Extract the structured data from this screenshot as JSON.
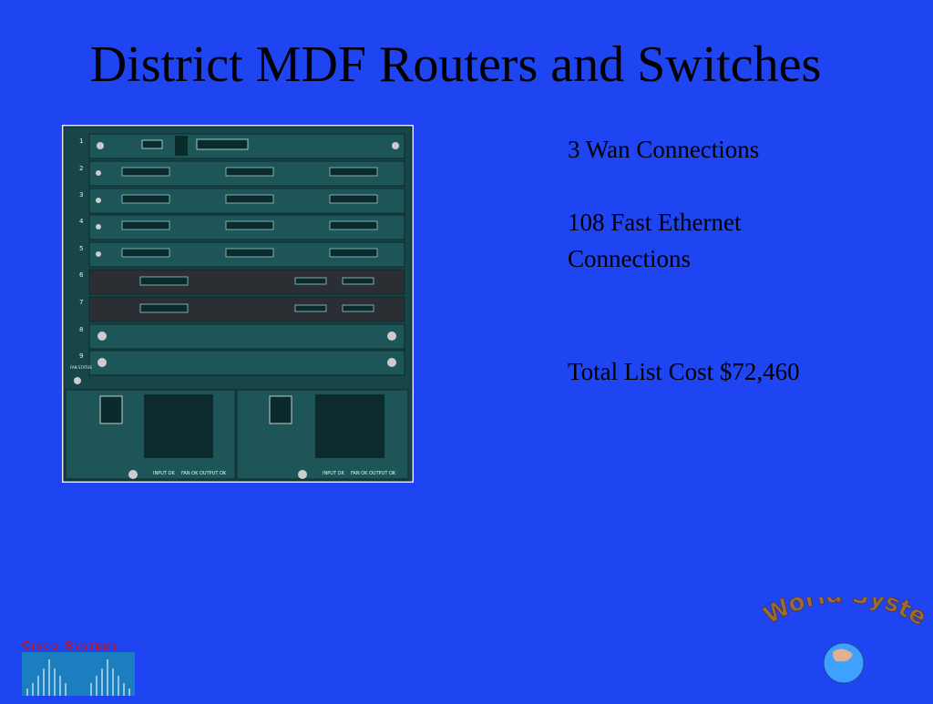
{
  "title": "District MDF Routers and Switches",
  "bullets": {
    "wan": "3 Wan Connections",
    "fe_line1": "108 Fast Ethernet",
    "fe_line2": "Connections",
    "cost": "Total List Cost $72,460"
  },
  "chassis": {
    "slot_numbers": [
      "1",
      "2",
      "3",
      "4",
      "5",
      "6",
      "7",
      "8",
      "9"
    ],
    "fan_status_label": "FAN STATUS",
    "psu_labels": {
      "input": "INPUT OK",
      "fan": "FAN OK",
      "output": "OUTPUT OK"
    }
  },
  "logo": {
    "brand": "Cisco Systems"
  },
  "badge": {
    "text": "World Systems"
  },
  "colors": {
    "background": "#1f44f2",
    "chassis": "#1a4a4a",
    "accent_red": "#cc1010"
  }
}
